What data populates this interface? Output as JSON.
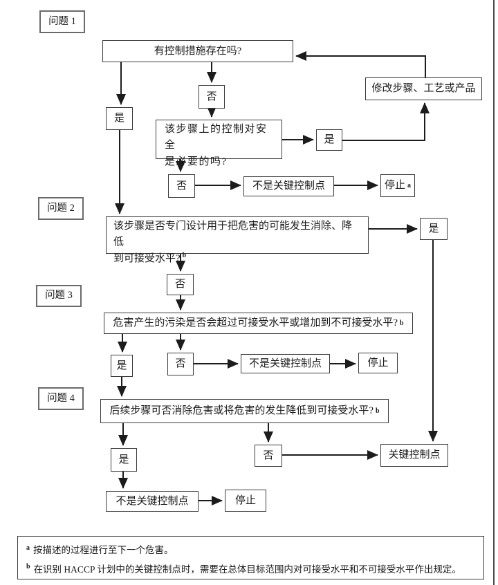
{
  "flowchart": {
    "labels": {
      "q1": "问题 1",
      "q2": "问题 2",
      "q3": "问题 3",
      "q4": "问题 4"
    },
    "common": {
      "yes": "是",
      "no": "否",
      "not_ccp": "不是关键控制点",
      "stop": "停止"
    },
    "nodes": {
      "main1": "有控制措施存在吗?",
      "q1b": {
        "line1": "该步骤上的控制对安全",
        "line2": "是必要的吗?"
      },
      "modify": "修改步骤、工艺或产品",
      "stop1": {
        "label": "停止",
        "sup": "a"
      },
      "q2": {
        "line1": "该步骤是否专门设计用于把危害的可能发生消除、降低",
        "line2": "到可接受水平?",
        "sup": "b"
      },
      "q3": {
        "text": "危害产生的污染是否会超过可接受水平或增加到不可接受水平?",
        "sup": "b"
      },
      "q4": {
        "text": "后续步骤可否消除危害或将危害的发生降低到可接受水平?",
        "sup": "b"
      },
      "ccp": "关键控制点"
    },
    "footnotes": {
      "a": {
        "marker": "a",
        "text": "按描述的过程进行至下一个危害。"
      },
      "b": {
        "marker": "b",
        "text": "在识别 HACCP 计划中的关键控制点时，需要在总体目标范围内对可接受水平和不可接受水平作出规定。"
      }
    },
    "colors": {
      "line": "#1c1c1c",
      "box_border": "#3a3a3a",
      "background": "#ffffff"
    }
  }
}
